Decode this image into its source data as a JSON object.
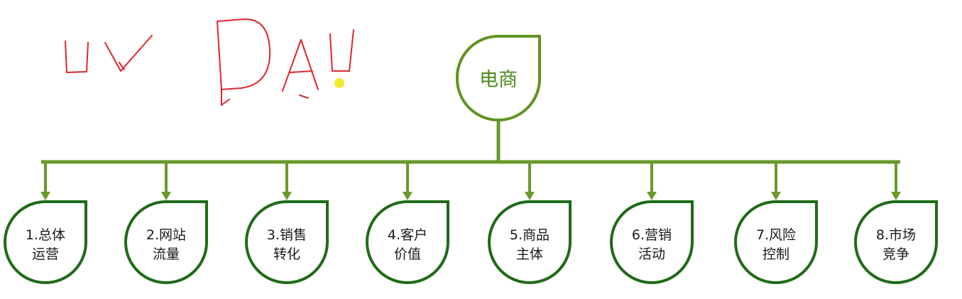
{
  "diagram": {
    "root": {
      "label": "电商"
    },
    "children": [
      {
        "line1": "1.总体",
        "line2": "运营"
      },
      {
        "line1": "2.网站",
        "line2": "流量"
      },
      {
        "line1": "3.销售",
        "line2": "转化"
      },
      {
        "line1": "4.客户",
        "line2": "价值"
      },
      {
        "line1": "5.商品",
        "line2": "主体"
      },
      {
        "line1": "6.营销",
        "line2": "活动"
      },
      {
        "line1": "7.风险",
        "line2": "控制"
      },
      {
        "line1": "8.市场",
        "line2": "竞争"
      }
    ],
    "colors": {
      "outline": "#1f6b16",
      "root_outline": "#5f9420",
      "connector": "#6a9a2a",
      "root_text": "#4f8a1e",
      "node_text": "#1a1a1a",
      "annotation": "#e0262b",
      "highlight": "#f2ec2a"
    }
  }
}
